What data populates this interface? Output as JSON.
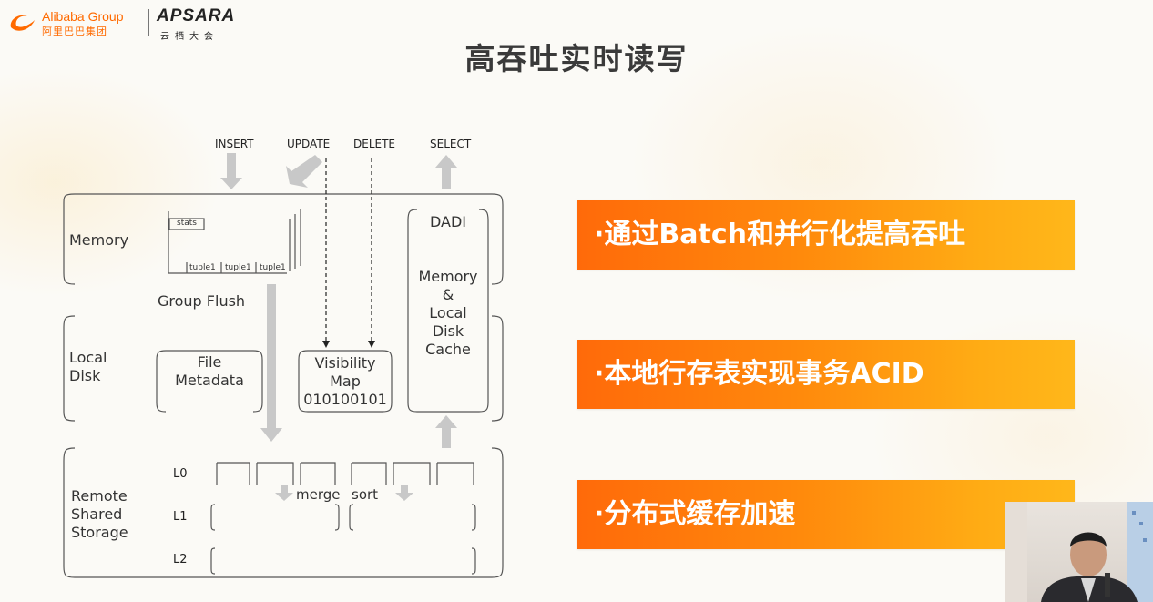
{
  "header": {
    "alibaba_logo_text": "Alibaba Group",
    "alibaba_logo_cn": "阿里巴巴集团",
    "apsara_logo_text": "APSARA",
    "apsara_logo_cn": "云栖大会"
  },
  "title": "高吞吐实时读写",
  "diagram": {
    "operations": {
      "insert": "INSERT",
      "update": "UPDATE",
      "delete": "DELETE",
      "select": "SELECT"
    },
    "layers": {
      "memory": "Memory",
      "local_disk_1": "Local",
      "local_disk_2": "Disk",
      "remote_1": "Remote",
      "remote_2": "Shared",
      "remote_3": "Storage"
    },
    "memory_block": {
      "stats": "stats",
      "tuple": "tuple1"
    },
    "group_flush": "Group Flush",
    "dadi": {
      "title": "DADI",
      "line1": "Memory",
      "line2": "&",
      "line3": "Local",
      "line4": "Disk",
      "line5": "Cache"
    },
    "file_metadata": {
      "line1": "File",
      "line2": "Metadata"
    },
    "visibility_map": {
      "line1": "Visibility",
      "line2": "Map",
      "line3": "010100101"
    },
    "levels": {
      "l0": "L0",
      "l1": "L1",
      "l2": "L2"
    },
    "merge_label": "merge",
    "sort_label": "sort"
  },
  "bullets": [
    {
      "text": "·通过Batch和并行化提高吞吐"
    },
    {
      "text": "·本地行存表实现事务ACID"
    },
    {
      "text": "·分布式缓存加速"
    }
  ],
  "colors": {
    "accent_orange": "#ff6a0a",
    "accent_gold": "#ffb71a",
    "arrow_gray": "#c8c8c8"
  }
}
